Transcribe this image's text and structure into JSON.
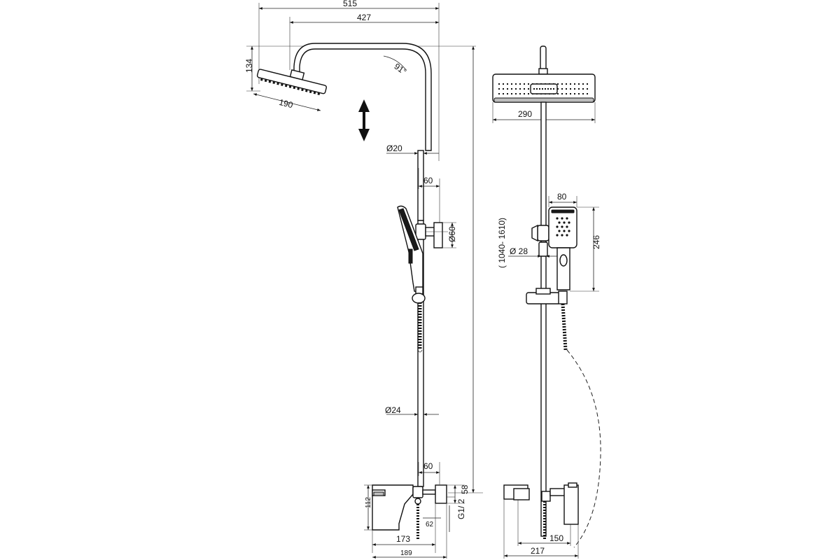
{
  "side_view": {
    "dim_total_width": "515",
    "dim_arm_length": "427",
    "dim_head_height": "134",
    "dim_head_diameter": "190",
    "dim_arm_angle": "91°",
    "dim_upper_pipe": "Ø20",
    "dim_offset_top": "60",
    "dim_holder_diameter": "Ø60",
    "dim_height_range": "( 1040- 1610)",
    "dim_lower_pipe": "Ø24",
    "dim_offset_bottom": "60",
    "dim_mixer_height": "58",
    "dim_mixer_body": "112",
    "dim_connection": "G1/ 2",
    "dim_outlet": "62",
    "dim_mixer_depth": "173",
    "dim_base_depth": "189"
  },
  "front_view": {
    "dim_head_width": "290",
    "dim_hand_width": "80",
    "dim_hand_length": "246",
    "dim_pipe_diameter": "Ø 28",
    "dim_mixer_centers": "150",
    "dim_mixer_width": "217"
  },
  "icons": {
    "adjust_arrow": "double-vertical-arrow-icon"
  }
}
